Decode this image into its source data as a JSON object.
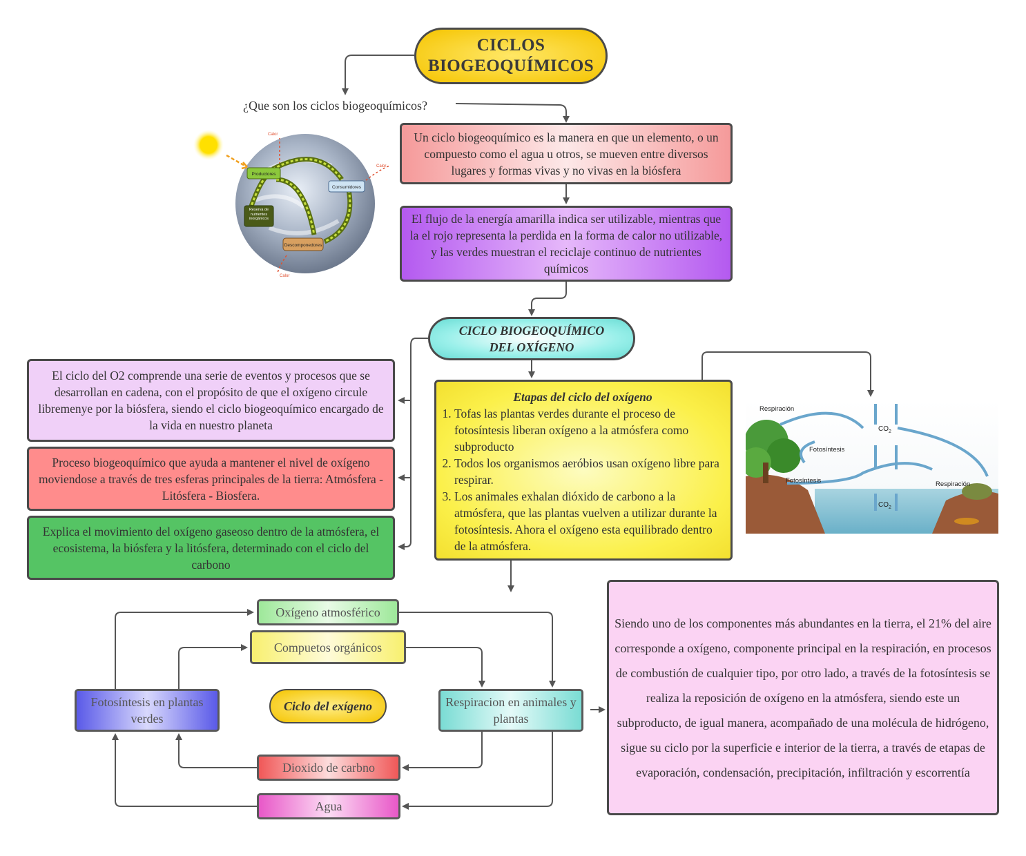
{
  "title": "CICLOS BIOGEOQUÍMICOS",
  "question": "¿Que son los ciclos biogeoquímicos?",
  "definition": "Un ciclo biogeoquímico es la manera en que un elemento, o un compuesto como el agua u otros, se mueven entre diversos lugares y formas vivas y no vivas en la biósfera",
  "energy_flow": "El flujo de la energía  amarilla indica ser utilizable, mientras que la el rojo representa la perdida en la forma de calor no utilizable, y las verdes muestran el reciclaje continuo de nutrientes químicos",
  "earth_diagram": {
    "producers": "Productores",
    "consumers": "Consumidores",
    "decomposers": "Descomponedores",
    "reserve": "Reserva de nutrientes inorgánicos",
    "heat_top": "Calor",
    "heat_right": "Calor",
    "heat_bottom": "Calor"
  },
  "oxygen_cycle_title": "CICLO BIOGEOQUÍMICO DEL OXÍGENO",
  "left_boxes": {
    "lilac": "El ciclo del O2 comprende una serie de eventos y procesos que se desarrollan en cadena, con el propósito de que el oxígeno circule libremenye por la biósfera, siendo el ciclo biogeoquímico encargado de la vida en nuestro planeta",
    "red": "Proceso biogeoquímico que ayuda a mantener el nivel de oxígeno moviendose a través de tres esferas principales de la tierra: Atmósfera - Litósfera - Biosfera.",
    "green": "Explica el movimiento del oxígeno gaseoso dentro de la atmósfera, el ecosistema, la biósfera y la litósfera, determinado con el ciclo del carbono"
  },
  "stages": {
    "title": "Etapas del ciclo del oxígeno",
    "items": [
      "Tofas las plantas verdes durante el proceso de fotosíntesis liberan oxígeno a la atmósfera como subproducto",
      "Todos los organismos aeróbios usan oxígeno libre para respirar.",
      "Los animales exhalan dióxido de carbono a la atmósfera, que las plantas vuelven a utilizar durante la fotosíntesis. Ahora el oxígeno esta equilibrado dentro de la atmósfera."
    ]
  },
  "co2_diagram": {
    "respiration_top": "Respiración",
    "photosynthesis_1": "Fotosíntesis",
    "photosynthesis_2": "Fotosíntesis",
    "respiration_right": "Respiración",
    "co2_top": "CO",
    "co2_top_sub": "2",
    "co2_bottom": "CO",
    "co2_bottom_sub": "2"
  },
  "cycle": {
    "oxygen_atm": "Oxígeno atmosférico",
    "organic": "Compuetos orgánicos",
    "center": "Ciclo del exígeno",
    "photosynthesis": "Fotosíntesis en plantas verdes",
    "respiration": "Respiracion en animales y plantas",
    "co2": "Dioxido de carbno",
    "water": "Agua"
  },
  "right_box": "Siendo uno de los componentes más abundantes en la tierra, el 21% del aire corresponde a oxígeno, componente principal en la respiración, en procesos de combustión de cualquier tipo, por otro lado, a través de la fotosíntesis se realiza la reposición de oxígeno en la atmósfera, siendo este un subproducto, de igual manera, acompañado de una molécula de hidrógeno, sigue su ciclo por la superficie e interior de la tierra, a través de etapas de evaporación, condensación, precipitación, infiltración y escorrentía",
  "colors": {
    "title_fill": "#f5c400",
    "definition_fill": "#f59a9a",
    "energy_fill": "#b45af0",
    "oxygen_title_fill": "#7de3dc",
    "lilac_fill": "#f0d0f8",
    "red_fill": "#ff8c8c",
    "green_fill": "#55c464",
    "stages_fill": "#fbf04a",
    "right_box_fill": "#fbd3f3"
  }
}
